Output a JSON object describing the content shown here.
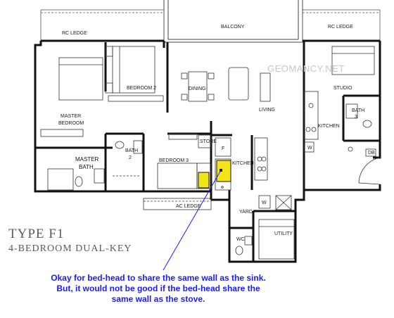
{
  "rooms": {
    "rc_ledge_left": "RC LEDGE",
    "balcony": "BALCONY",
    "rc_ledge_right": "RC LEDGE",
    "watermark": "GEOMANCY.NET",
    "bedroom2": "BEDROOM 2",
    "dining": "DINING",
    "living": "LIVING",
    "studio": "STUDIO",
    "master_bedroom_1": "MASTER",
    "master_bedroom_2": "BEDROOM",
    "bath3_1": "BATH",
    "bath3_2": "3",
    "kitchen_studio": "KITCHEN",
    "store": "STORE",
    "bath2_1": "BATH",
    "bath2_2": "2",
    "master_bath_1": "MASTER",
    "master_bath_2": "BATH",
    "bedroom3": "BEDROOM 3",
    "kitchen_main": "KITCHEN",
    "fridge": "F",
    "washer_studio": "W",
    "db": "DB",
    "ac_ledge": "AC LEDGE",
    "yard": "YARD",
    "washer_yard": "W",
    "wc": "WC",
    "utility": "UTILITY"
  },
  "title": {
    "type": "TYPE F1",
    "subtitle": "4-BEDROOM DUAL-KEY"
  },
  "annotation": {
    "line1": "Okay for bed-head to share the same wall as the sink.",
    "line2": "But, it would not be good if the bed-head share the",
    "line3": "same wall as the stove."
  },
  "colors": {
    "highlight": "#f2e418",
    "annotation": "#1a1aff",
    "wall": "#111111"
  }
}
